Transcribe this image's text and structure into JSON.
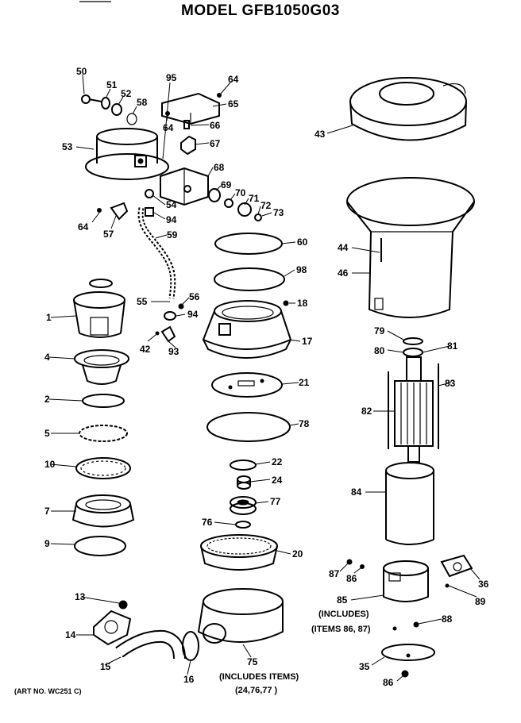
{
  "title": "MODEL GFB1050G03",
  "art_no": "(ART NO. WC251 C)",
  "notes": {
    "n85_includes": "(INCLUDES)",
    "n85_items": "(ITEMS 86, 87)",
    "n75_includes": "(INCLUDES ITEMS)",
    "n75_items": "(24,76,77 )"
  },
  "labels": {
    "p50": "50",
    "p51": "51",
    "p52": "52",
    "p58": "58",
    "p95": "95",
    "p64a": "64",
    "p65": "65",
    "p64b": "64",
    "p66": "66",
    "p67": "67",
    "p53": "53",
    "p68": "68",
    "p69": "69",
    "p70": "70",
    "p71": "71",
    "p72": "72",
    "p73": "73",
    "p54": "54",
    "p94a": "94",
    "p64c": "64",
    "p57": "57",
    "p59": "59",
    "p60": "60",
    "p98": "98",
    "p43": "43",
    "p44": "44",
    "p46": "46",
    "p1": "1",
    "p55": "55",
    "p56": "56",
    "p94b": "94",
    "p18": "18",
    "p17": "17",
    "p42": "42",
    "p93": "93",
    "p4": "4",
    "p79": "79",
    "p80": "80",
    "p81": "81",
    "p21": "21",
    "p83": "83",
    "p2": "2",
    "p82": "82",
    "p5": "5",
    "p78": "78",
    "p10": "10",
    "p22": "22",
    "p24": "24",
    "p84": "84",
    "p7": "7",
    "p77": "77",
    "p76": "76",
    "p9": "9",
    "p20": "20",
    "p87": "87",
    "p86a": "86",
    "p36": "36",
    "p89": "89",
    "p13": "13",
    "p85": "85",
    "p88": "88",
    "p14": "14",
    "p75": "75",
    "p15": "15",
    "p16": "16",
    "p35": "35",
    "p86b": "86"
  }
}
